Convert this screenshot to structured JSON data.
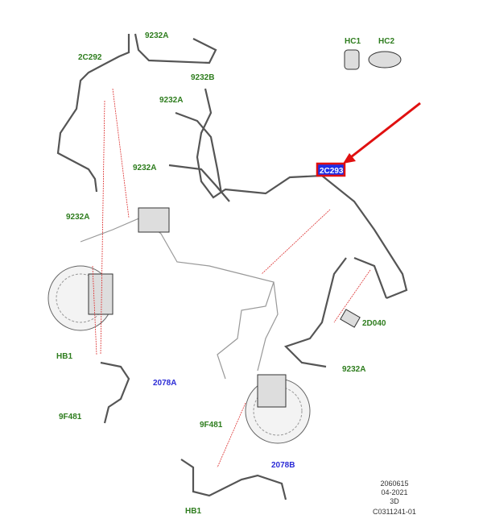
{
  "labels": {
    "l1": "9232A",
    "l2": "2C292",
    "l3": "9232B",
    "l4": "9232A",
    "l5": "9232A",
    "l6": "9232A",
    "hc1": "HC1",
    "hc2": "HC2",
    "highlight": "2C293",
    "l7": "2D040",
    "l8": "9232A",
    "hb1a": "HB1",
    "a2078": "2078A",
    "f481a": "9F481",
    "f481b": "9F481",
    "b2078": "2078B",
    "hb1b": "HB1"
  },
  "footer": {
    "line1": "2060615",
    "line2": "04-2021",
    "line3": "3D",
    "line4": "C0311241-01"
  },
  "colors": {
    "label": "#2e7d1e",
    "label_alt": "#2b2bd6",
    "highlight_box": "#e01010",
    "arrow": "#e01010"
  }
}
